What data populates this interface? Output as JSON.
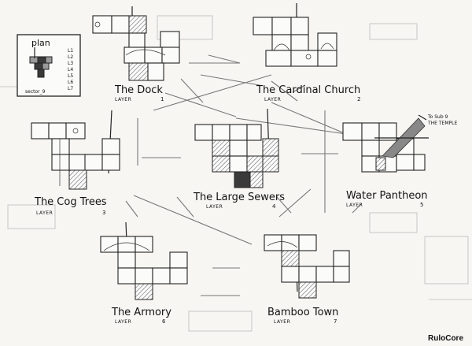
{
  "plan": {
    "title": "plan",
    "footer": "sector_9",
    "levels": [
      "L1",
      "L2",
      "L3",
      "L4",
      "L5",
      "L6",
      "L7"
    ]
  },
  "layer_word": "LAYER",
  "sectors": [
    {
      "title": "The Dock",
      "layer": "1"
    },
    {
      "title": "The Cardinal Church",
      "layer": "2"
    },
    {
      "title": "The Cog Trees",
      "layer": "3"
    },
    {
      "title": "The Large Sewers",
      "layer": "4"
    },
    {
      "title": "Water Pantheon",
      "layer": "5"
    },
    {
      "title": "The Armory",
      "layer": "6"
    },
    {
      "title": "Bamboo Town",
      "layer": "7"
    }
  ],
  "annotation": {
    "line1": "To Sub 9",
    "line2": "THE TEMPLE"
  },
  "brand": "RuloCore"
}
